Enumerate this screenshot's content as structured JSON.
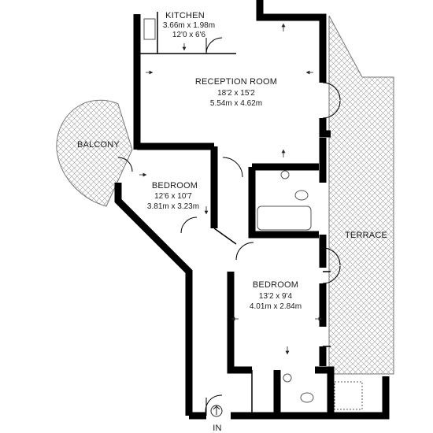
{
  "rooms": {
    "kitchen": {
      "name": "KITCHEN",
      "metric": "3.66m x 1.98m",
      "imperial": "12'0 x 6'6"
    },
    "reception": {
      "name": "RECEPTION ROOM",
      "imperial": "18'2 x 15'2",
      "metric": "5.54m x 4.62m"
    },
    "bedroom1": {
      "name": "BEDROOM",
      "imperial": "12'6 x 10'7",
      "metric": "3.81m x 3.23m"
    },
    "bedroom2": {
      "name": "BEDROOM",
      "imperial": "13'2 x 9'4",
      "metric": "4.01m x 2.84m"
    },
    "balcony": {
      "name": "BALCONY"
    },
    "terrace": {
      "name": "TERRACE"
    },
    "entrance": {
      "name": "IN"
    }
  },
  "colors": {
    "wall": "#000000",
    "hatch": "#9a9a9a",
    "fixture": "#555555"
  }
}
